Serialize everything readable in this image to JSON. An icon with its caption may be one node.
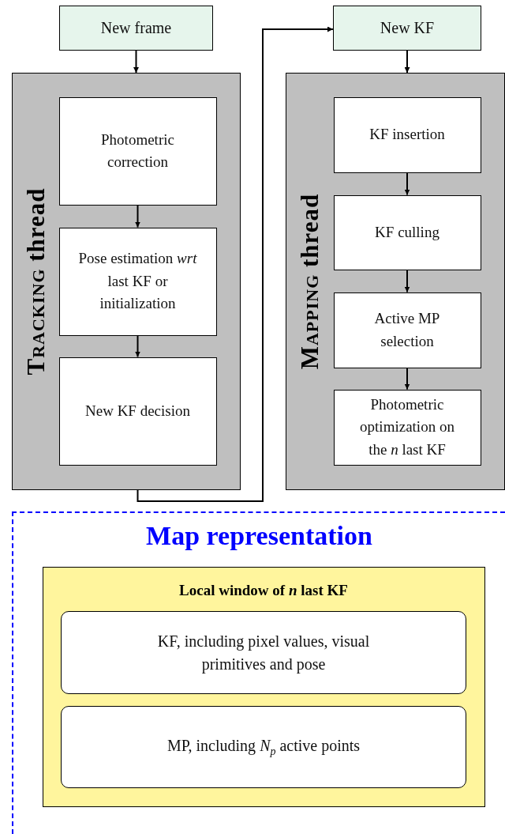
{
  "diagram": {
    "nodes": [
      {
        "text": [
          "New frame"
        ]
      },
      {
        "text": [
          "Tracking thread"
        ]
      },
      {
        "text": [
          "Photometric correction"
        ],
        "in": 1
      },
      {
        "text": [
          "Pose estimation *wrt* last KF or initialization"
        ],
        "in": 1
      },
      {
        "text": [
          "New KF decision"
        ],
        "in": 1
      },
      {
        "text": [
          "New KF"
        ]
      },
      {
        "text": [
          "Mapping thread"
        ]
      },
      {
        "text": [
          "KF insertion"
        ],
        "in": 6
      },
      {
        "text": [
          "KF culling"
        ],
        "in": 6
      },
      {
        "text": [
          "Active MP selection"
        ],
        "in": 6
      },
      {
        "text": [
          "Photometric optimization on the *n* last KF"
        ],
        "in": 6
      },
      {
        "text": [
          "Map representation"
        ]
      },
      {
        "text": [
          "Local window of *n* last KF"
        ],
        "in": 11
      },
      {
        "text": [
          "KF, including pixel values, visual primitives and pose"
        ],
        "in": 12
      },
      {
        "text": [
          "MP, including *N*$_{p}$ active points"
        ],
        "in": 12
      }
    ],
    "edges": [
      {
        "from": 0,
        "to": 1,
        "arrow": "to"
      },
      {
        "from": 2,
        "to": 3,
        "arrow": "to"
      },
      {
        "from": 3,
        "to": 4,
        "arrow": "to"
      },
      {
        "from": 1,
        "to": 5,
        "arrow": "to"
      },
      {
        "from": 5,
        "to": 6,
        "arrow": "to"
      },
      {
        "from": 7,
        "to": 8,
        "arrow": "to"
      },
      {
        "from": 8,
        "to": 9,
        "arrow": "to"
      },
      {
        "from": 9,
        "to": 10,
        "arrow": "to"
      }
    ]
  }
}
